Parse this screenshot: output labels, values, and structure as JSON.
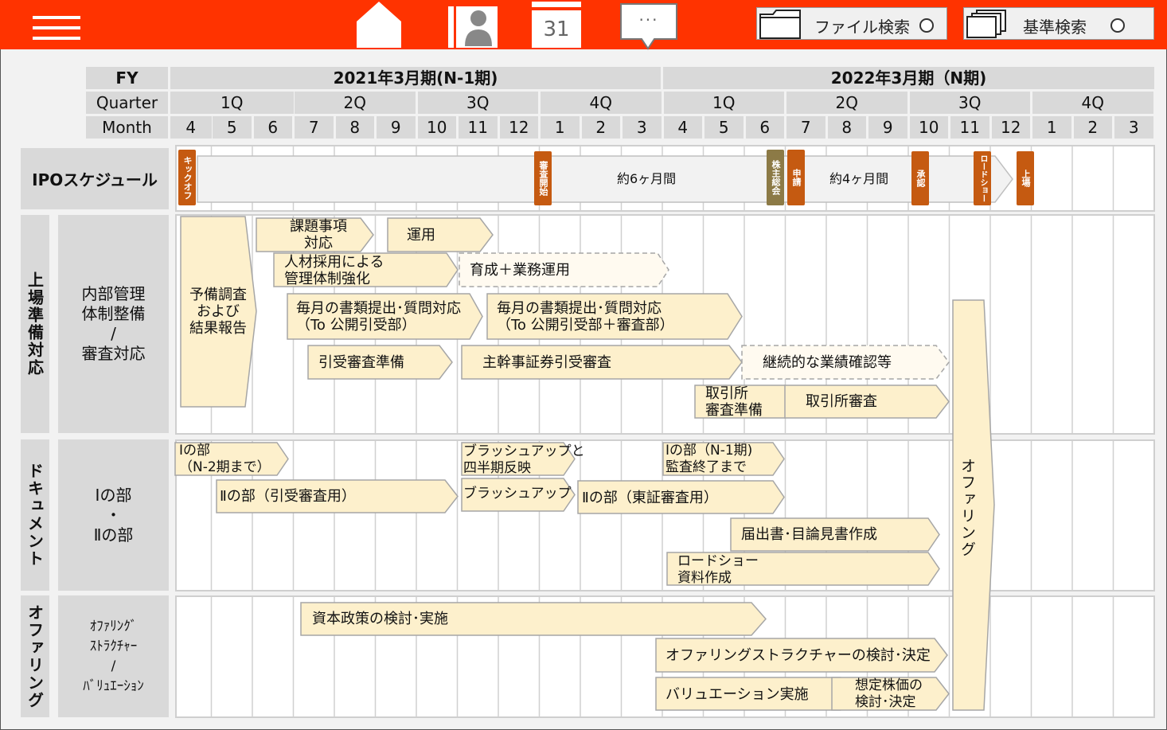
{
  "toolbar": {
    "calendar_day": "31",
    "chat_dots": "···",
    "file_search_label": "ファイル検索",
    "standard_search_label": "基準検索"
  },
  "header": {
    "fy_label": "FY",
    "quarter_label": "Quarter",
    "month_label": "Month",
    "fy1": "2021年3月期(N-1期)",
    "fy2": "2022年3月期（N期)",
    "quarters": [
      "1Q",
      "2Q",
      "3Q",
      "4Q",
      "1Q",
      "2Q",
      "3Q",
      "4Q"
    ],
    "months": [
      "4",
      "5",
      "6",
      "7",
      "8",
      "9",
      "10",
      "11",
      "12",
      "1",
      "2",
      "3",
      "4",
      "5",
      "6",
      "7",
      "8",
      "9",
      "10",
      "11",
      "12",
      "1",
      "2",
      "3"
    ]
  },
  "ipo": {
    "label": "IPOスケジュール",
    "kickoff": "キックオフ",
    "review_start": "審査開始",
    "agm": "株主総会",
    "apply": "申請",
    "approve": "承認",
    "roadshow": "ロードショー",
    "listing": "上場",
    "span1": "約6ヶ月間",
    "span2": "約4ヶ月間"
  },
  "sections": {
    "prep_outer": "上場準備対応",
    "prep_inner": "内部管理\n体制整備\n/\n審査対応",
    "doc_outer": "ドキュメント",
    "doc_inner": "Ⅰの部\n・\nⅡの部",
    "off_outer": "オファリング",
    "off_inner": "ｵﾌｧﾘﾝｸﾞ\nｽﾄﾗｸﾁｬｰ\n/\nﾊﾞﾘｭｴｰｼｮﾝ"
  },
  "tasks": {
    "pre_survey": "予備調査\nおよび\n結果報告",
    "issues": "課題事項\n対応",
    "operation": "運用",
    "hiring": "人材採用による\n管理体制強化",
    "training": "育成＋業務運用",
    "monthly1": "毎月の書類提出･質問対応\n（To 公開引受部）",
    "monthly2": "毎月の書類提出･質問対応\n（To 公開引受部＋審査部）",
    "uw_prep": "引受審査準備",
    "lead_review": "主幹事証券引受審査",
    "continuous": "継続的な業績確認等",
    "tse_prep": "取引所\n審査準備",
    "tse_review": "取引所審査",
    "part1_n2": "Ⅰの部\n（N-2期まで）",
    "part2_uw": "Ⅱの部（引受審査用）",
    "brushup_q": "ブラッシュアップと\n四半期反映",
    "brushup": "ブラッシュアップ",
    "part1_n1": "Ⅰの部（N-1期)\n監査終了まで",
    "part2_tse": "Ⅱの部（東証審査用）",
    "filing": "届出書･目論見書作成",
    "roadshow_mat": "ロードショー\n資料作成",
    "capital": "資本政策の検討･実施",
    "structure": "オファリングストラクチャーの検討･決定",
    "valuation": "バリュエーション実施",
    "price": "想定株価の\n検討･決定",
    "offering": "オファリング"
  },
  "colors": {
    "topbar": "#ff3300",
    "arrow_fill": "#fdf0cc",
    "dashed_fill": "#fffaf0",
    "tag": "#c55a11",
    "tag_olive": "#8c7a46"
  }
}
